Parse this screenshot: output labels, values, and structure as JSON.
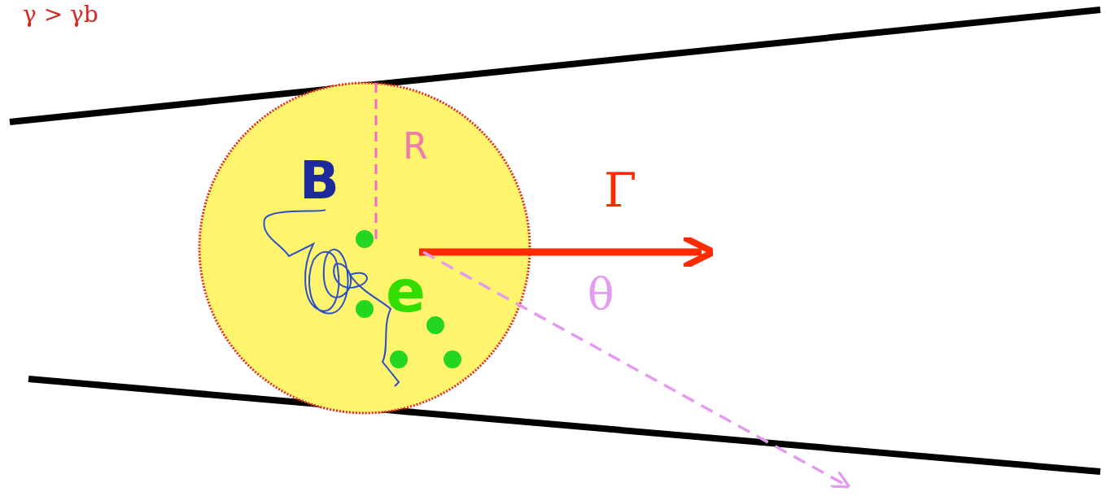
{
  "diagram": {
    "nodes": [
      {
        "text": [
          "B",
          "R",
          "e"
        ]
      }
    ],
    "labels": [
      "Γ",
      "θ",
      "γ > γb"
    ]
  }
}
